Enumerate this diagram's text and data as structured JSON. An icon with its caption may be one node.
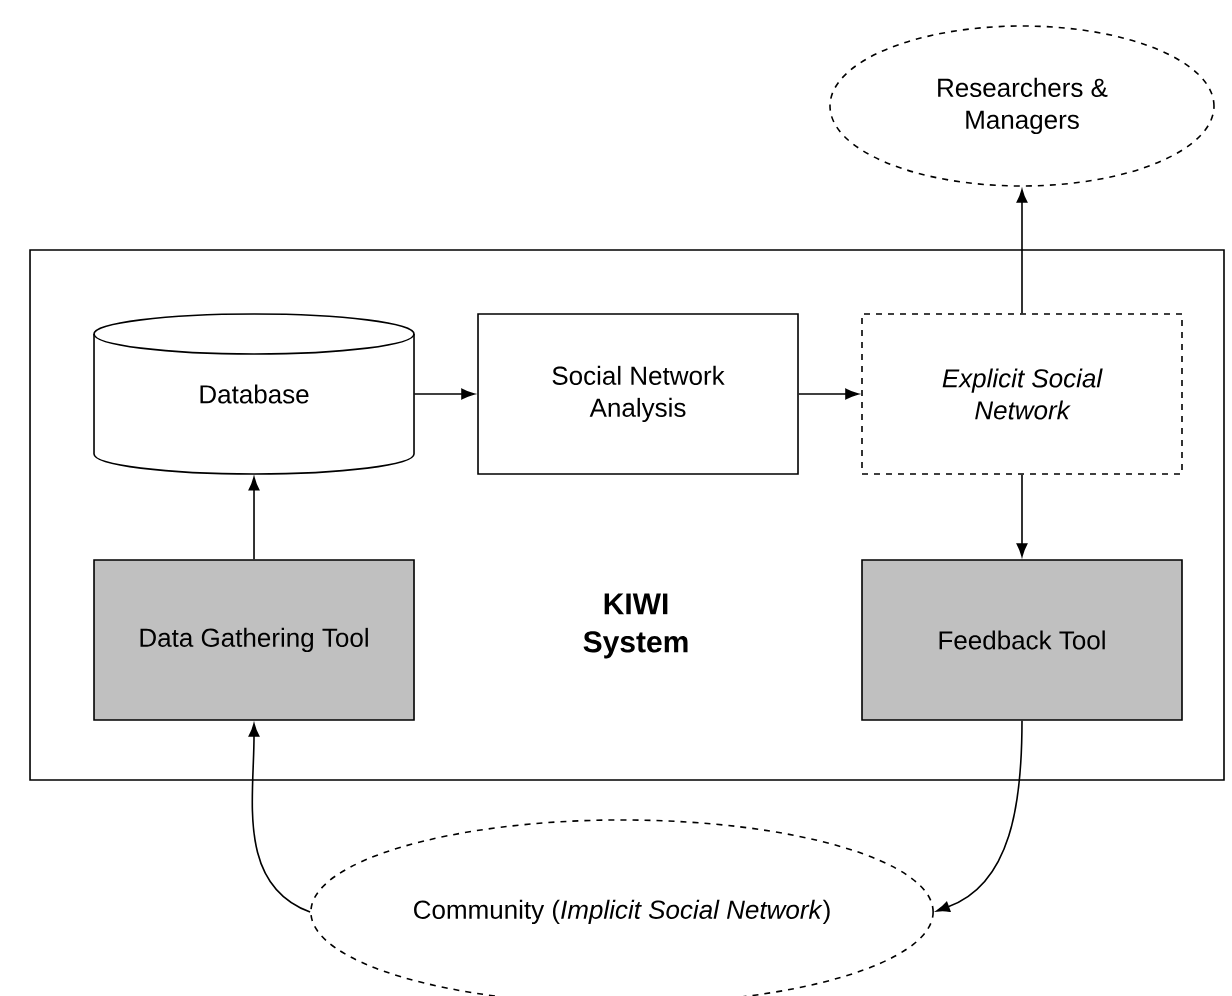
{
  "diagram": {
    "nodes": [
      {
        "text": [
          "Researchers & Managers"
        ]
      },
      {
        "text": [
          "KIWI System"
        ]
      },
      {
        "text": [
          "Database"
        ],
        "in": 1
      },
      {
        "text": [
          "Social Network Analysis"
        ],
        "in": 1
      },
      {
        "text": [
          "Explicit Social Network"
        ],
        "in": 1
      },
      {
        "text": [
          "Data Gathering Tool"
        ],
        "in": 1
      },
      {
        "text": [
          "Feedback Tool"
        ],
        "in": 1
      },
      {
        "text": [
          "Community (*Implicit Social Network*)"
        ]
      }
    ],
    "edges": [
      {
        "from": 5,
        "to": 2,
        "arrow": "to"
      },
      {
        "from": 2,
        "to": 3,
        "arrow": "to"
      },
      {
        "from": 3,
        "to": 4,
        "arrow": "to"
      },
      {
        "from": 4,
        "to": 0,
        "arrow": "to"
      },
      {
        "from": 4,
        "to": 6,
        "arrow": "to"
      },
      {
        "from": 6,
        "to": 7,
        "arrow": "to"
      },
      {
        "from": 7,
        "to": 5,
        "arrow": "to"
      }
    ]
  }
}
